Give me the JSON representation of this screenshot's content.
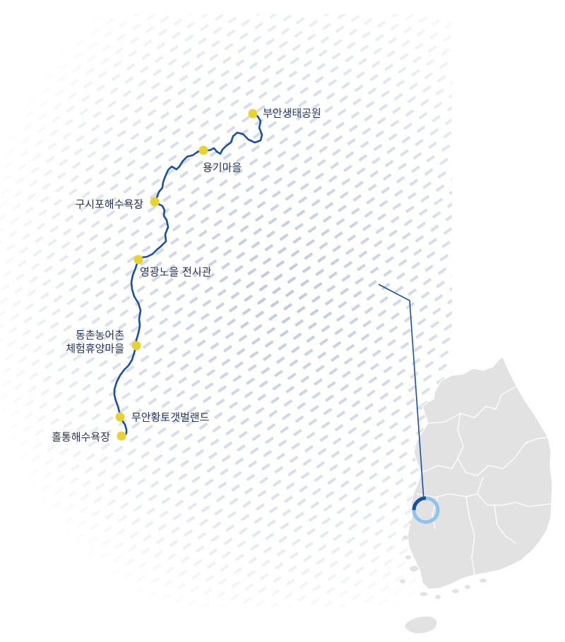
{
  "places": [
    {
      "id": "buan-ecopark",
      "name": "부안생태공원"
    },
    {
      "id": "yonggi-village",
      "name": "용기마을"
    },
    {
      "id": "gusipo-beach",
      "name": "구시포해수욕장"
    },
    {
      "id": "yeonggwang-exhibit",
      "name": "영광노을 전시관"
    },
    {
      "id": "dongchon-village",
      "name": "동촌농어촌\n체험휴양마을"
    },
    {
      "id": "muan-tidalflat",
      "name": "무안황토갯벌랜드"
    },
    {
      "id": "holtong-beach",
      "name": "홀통해수욕장"
    }
  ],
  "colors": {
    "route": "#1b4fa0",
    "marker": "#e8d232",
    "label": "#23325a",
    "map_fill": "#e2e2e2",
    "locator_dark": "#1b4fa0",
    "locator_light": "#8cc4f0",
    "pattern": "#b8c3d9"
  }
}
